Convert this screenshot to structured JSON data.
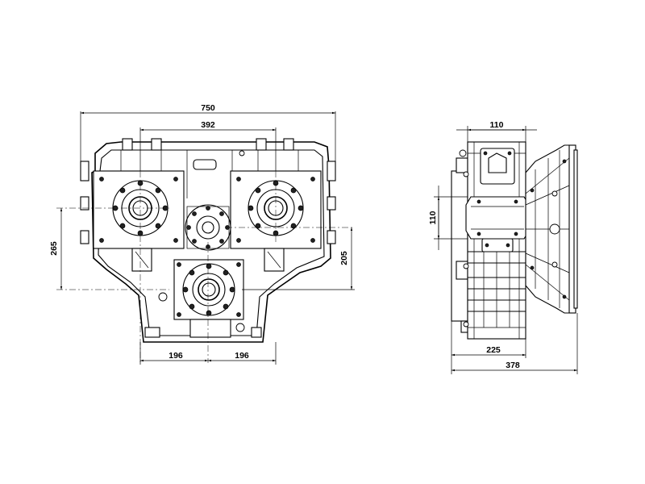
{
  "front_view": {
    "dim_overall_width": "750",
    "dim_input_spacing": "392",
    "dim_left_output": "196",
    "dim_right_output": "196",
    "dim_left_height": "265",
    "dim_right_height": "205"
  },
  "side_view": {
    "dim_top_width": "110",
    "dim_flange_height": "110",
    "dim_body_depth": "225",
    "dim_overall_depth": "378"
  },
  "colors": {
    "line": "#000000",
    "background": "#ffffff"
  }
}
